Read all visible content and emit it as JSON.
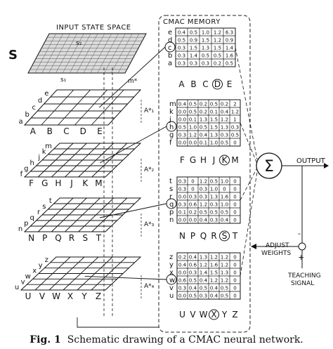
{
  "input_space": {
    "title": "INPUT STATE SPACE",
    "symbol": "S",
    "axis_1": "s₁",
    "axis_2": "s₂",
    "marker": "m*"
  },
  "memory": {
    "title": "CMAC MEMORY"
  },
  "layers": [
    {
      "rows": [
        "a",
        "b",
        "c",
        "d",
        "e"
      ],
      "cols": [
        "A",
        "B",
        "C",
        "D",
        "E"
      ],
      "selected_row": "c",
      "selected_col": "D",
      "table_rows": [
        "e",
        "d",
        "c",
        "b",
        "a"
      ],
      "table_cols": [
        "A",
        "B",
        "C",
        "D",
        "E"
      ],
      "cells": [
        [
          "0.4",
          "0.5",
          "1.0",
          "1.2",
          "6.3"
        ],
        [
          "0.5",
          "0.9",
          "1.5",
          "1.2",
          "0.9"
        ],
        [
          "0.3",
          "1.5",
          "1.3",
          "1.5",
          "1.4"
        ],
        [
          "0.3",
          "1.4",
          "0.5",
          "0.5",
          "1.6"
        ],
        [
          "0.3",
          "0.3",
          "0.3",
          "0.2",
          "0.5"
        ]
      ]
    },
    {
      "rows": [
        "f",
        "g",
        "h",
        "j",
        "k",
        "m"
      ],
      "cols": [
        "F",
        "G",
        "H",
        "J",
        "K",
        "M"
      ],
      "selected_row": "h",
      "selected_col": "K",
      "table_rows": [
        "m",
        "k",
        "j",
        "h",
        "g",
        "f"
      ],
      "table_cols": [
        "F",
        "G",
        "H",
        "J",
        "K",
        "M"
      ],
      "cells": [
        [
          "0.4",
          "0.5",
          "0.2",
          "0.5",
          "0.2",
          "2"
        ],
        [
          "0.0",
          "0.5",
          "0.2",
          "0.1",
          "0.4",
          "1.2"
        ],
        [
          "0.0",
          "0.1",
          "1.3",
          "1.5",
          "1.2",
          "1"
        ],
        [
          "0.5",
          "1.0",
          "0.5",
          "1.5",
          "1.3",
          "0.3"
        ],
        [
          "0.3",
          "1.2",
          "0.4",
          "1.3",
          "0.3",
          "0.5"
        ],
        [
          "0.0",
          "0.0",
          "0.1",
          "1.0",
          "0.5",
          "0"
        ]
      ]
    },
    {
      "rows": [
        "n",
        "p",
        "q",
        "r",
        "s",
        "t"
      ],
      "cols": [
        "N",
        "P",
        "Q",
        "R",
        "S",
        "T"
      ],
      "selected_row": "q",
      "selected_col": "S",
      "table_rows": [
        "t",
        "s",
        "r",
        "q",
        "p",
        "n"
      ],
      "table_cols": [
        "N",
        "P",
        "Q",
        "R",
        "S",
        "T"
      ],
      "cells": [
        [
          "0.3",
          "0",
          "1.2",
          "0.5",
          "1.0",
          "0"
        ],
        [
          "0.3",
          "0",
          "0.3",
          "1.0",
          "0",
          "0"
        ],
        [
          "0.0",
          "0.3",
          "0.3",
          "1.3",
          "1.6",
          "0"
        ],
        [
          "0.3",
          "0.6",
          "1.2",
          "0.3",
          "1.0",
          "0"
        ],
        [
          "0.1",
          "0.2",
          "0.5",
          "0.5",
          "0.5",
          "0"
        ],
        [
          "0.0",
          "0.0",
          "0.4",
          "0.3",
          "0.4",
          "0"
        ]
      ]
    },
    {
      "rows": [
        "u",
        "v",
        "w",
        "x",
        "y",
        "z"
      ],
      "cols": [
        "U",
        "V",
        "W",
        "X",
        "Y",
        "Z"
      ],
      "selected_row": "w",
      "selected_col": "X",
      "table_rows": [
        "z",
        "y",
        "x",
        "w",
        "v",
        "u"
      ],
      "table_cols": [
        "U",
        "V",
        "W",
        "X",
        "Y",
        "Z"
      ],
      "cells": [
        [
          "0.2",
          "0.4",
          "1.3",
          "1.2",
          "1.2",
          "0"
        ],
        [
          "0.4",
          "0.6",
          "1.2",
          "1.6",
          "1.2",
          "0"
        ],
        [
          "0.0",
          "0.3",
          "1.4",
          "1.5",
          "1.3",
          "0"
        ],
        [
          "0.6",
          "0.5",
          "0.4",
          "1.2",
          "1.2",
          "0"
        ],
        [
          "0.3",
          "0.4",
          "0.5",
          "0.4",
          "0.5",
          "0"
        ],
        [
          "0.0",
          "0.5",
          "0.3",
          "0.4",
          "0.5",
          "0"
        ]
      ]
    }
  ],
  "arrow_labels": [
    "A*₁",
    "A*₂",
    "A*₃",
    "A*₄"
  ],
  "summer": {
    "symbol": "Σ"
  },
  "output": {
    "label": "OUTPUT"
  },
  "adjust": {
    "line1": "ADJUST",
    "line2": "WEIGHTS"
  },
  "teaching": {
    "line1": "TEACHING",
    "line2": "SIGNAL"
  },
  "signs": {
    "minus": "-",
    "plus": "+"
  },
  "caption": {
    "prefix": "Fig. 1",
    "text": "Schematic drawing of a CMAC neural network."
  }
}
